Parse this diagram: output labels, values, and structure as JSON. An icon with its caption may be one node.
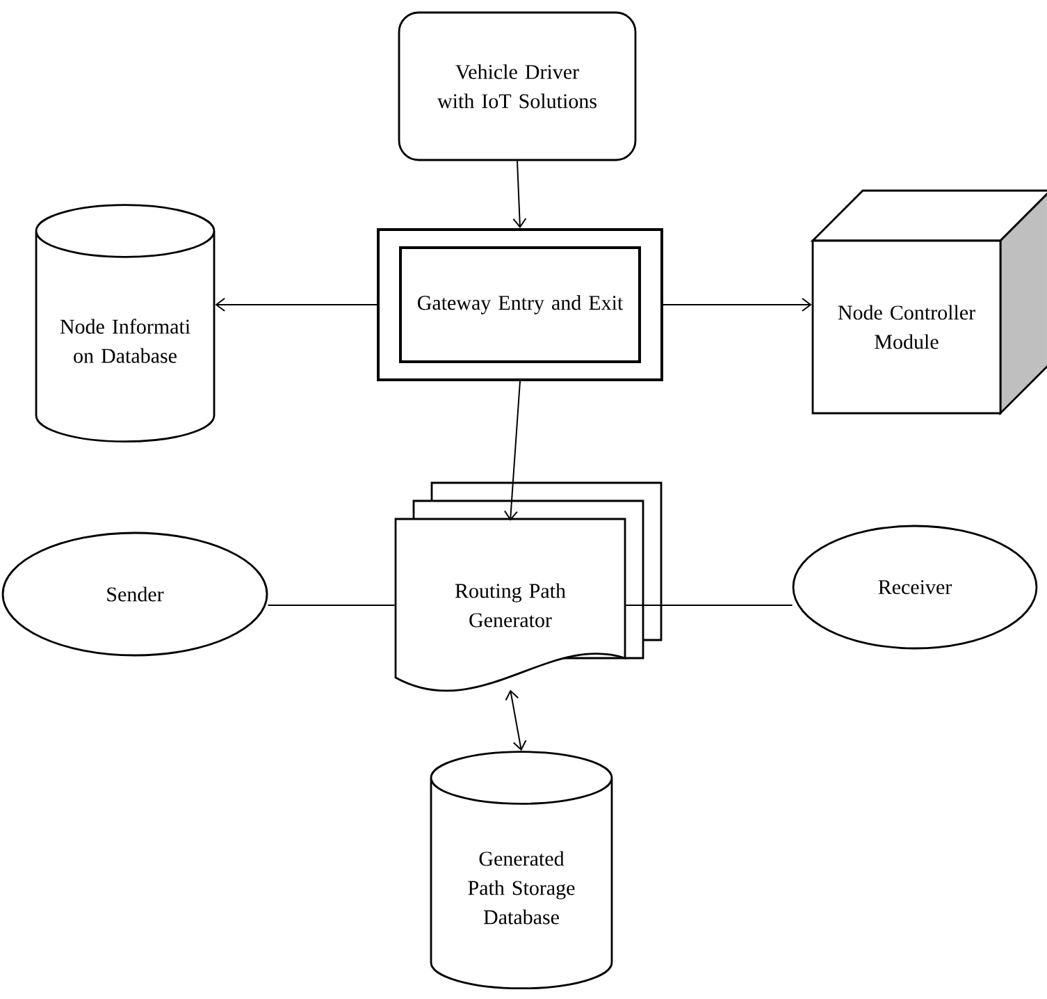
{
  "diagram": {
    "nodes": [
      {
        "text": [
          "Vehicle Driver with IoT Solutions"
        ]
      },
      {
        "text": [
          "Node Informati on Database"
        ]
      },
      {
        "text": [
          "Gateway Entry and Exit"
        ]
      },
      {
        "text": [
          "Node Controller Module"
        ]
      },
      {
        "text": [
          "Routing Path Generator"
        ]
      },
      {
        "text": [
          "Sender"
        ]
      },
      {
        "text": [
          "Receiver"
        ]
      },
      {
        "text": [
          "Generated Path Storage Database"
        ]
      }
    ],
    "edges": [
      {
        "from": 0,
        "to": 2,
        "arrow": "to"
      },
      {
        "from": 2,
        "to": 1,
        "arrow": "to"
      },
      {
        "from": 2,
        "to": 3,
        "arrow": "to"
      },
      {
        "from": 2,
        "to": 4,
        "arrow": "to"
      },
      {
        "from": 5,
        "to": 4,
        "arrow": "none"
      },
      {
        "from": 4,
        "to": 6,
        "arrow": "none"
      },
      {
        "from": 4,
        "to": 7,
        "arrow": "both"
      }
    ]
  }
}
